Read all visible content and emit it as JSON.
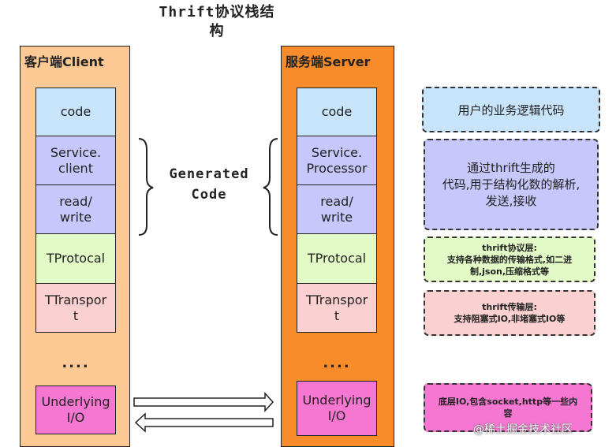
{
  "title": "Thrift协议栈结\n构",
  "client": {
    "header": "客户端Client",
    "layers": [
      "code",
      "Service.\nclient",
      "read/\nwrite",
      "TProtocal",
      "TTranspor\nt"
    ],
    "dots": "....",
    "io": "Underlying\nI/O"
  },
  "server": {
    "header": "服务端Server",
    "layers": [
      "code",
      "Service.\nProcessor",
      "read/\nwrite",
      "TProtocal",
      "TTranspor\nt"
    ],
    "dots": "....",
    "io": "Underlying\nI/O"
  },
  "generated_code": "Generated\nCode",
  "notes": [
    "用户的业务逻辑代码",
    "通过thrift生成的\n代码,用于结构化数的解析,\n发送,接收",
    "thrift协议层:\n支持各种数据的传输格式,如二进\n制,json,压缩格式等",
    "thrift传输层:\n支持阻塞式IO,非堵塞式IO等",
    "底层IO,包含socket,http等一些内\n容"
  ],
  "watermark": "@稀土掘金技术社区",
  "colors": {
    "client_bg": "#fcc893",
    "server_bg": "#f88c2a",
    "code": "#c8e4fb",
    "service": "#c6c7fb",
    "protocol": "#e2fbc6",
    "transport": "#fbd0d0",
    "io": "#f577d1"
  }
}
